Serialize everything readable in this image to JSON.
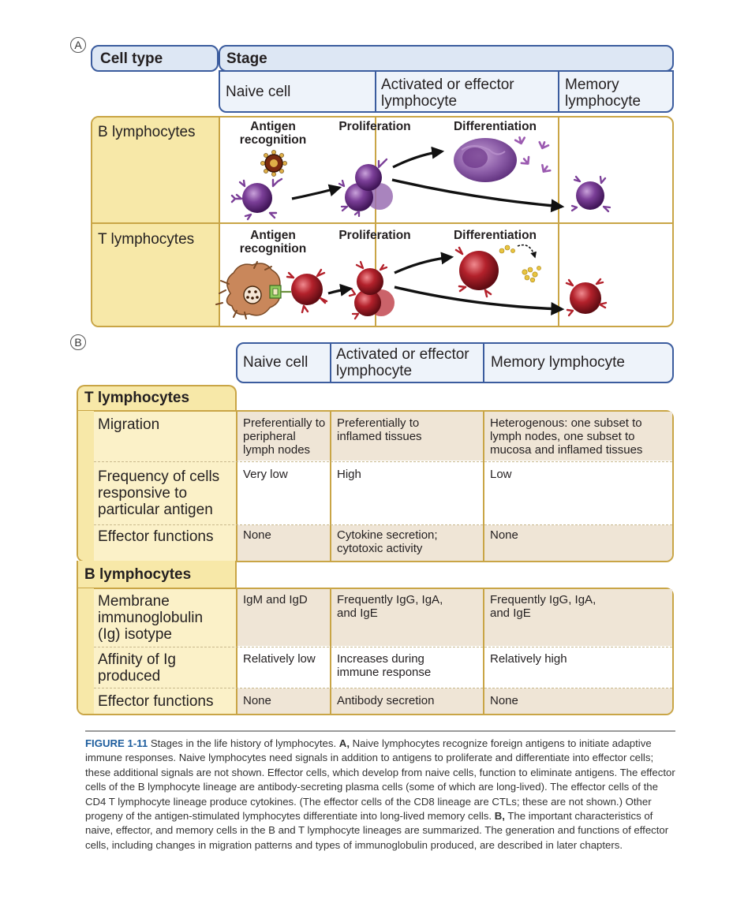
{
  "panel_a": {
    "letter": "A",
    "cell_type_header": "Cell type",
    "stage_header": "Stage",
    "columns": [
      "Naive cell",
      "Activated or effector lymphocyte",
      "Memory lymphocyte"
    ],
    "rows": [
      {
        "label": "B lymphocytes",
        "stages": [
          "Antigen recognition",
          "Proliferation",
          "Differentiation"
        ]
      },
      {
        "label": "T lymphocytes",
        "stages": [
          "Antigen recognition",
          "Proliferation",
          "Differentiation"
        ]
      }
    ],
    "colors": {
      "b_cell": "#7b3f98",
      "t_cell": "#b3212b",
      "apc": "#c9875b",
      "cytokine": "#e8c440",
      "header_fill": "#dde7f4",
      "row_fill": "#f7e8a8"
    }
  },
  "panel_b": {
    "letter": "B",
    "columns": [
      "Naive cell",
      "Activated or effector lymphocyte",
      "Memory lymphocyte"
    ],
    "t_header": "T lymphocytes",
    "t_rows": [
      {
        "label": "Migration",
        "naive": "Preferentially to peripheral lymph nodes",
        "effector": "Preferentially to inflamed tissues",
        "memory": "Heterogenous: one subset to lymph nodes, one subset to mucosa and inflamed tissues"
      },
      {
        "label": "Frequency of cells responsive to particular antigen",
        "naive": "Very low",
        "effector": "High",
        "memory": "Low"
      },
      {
        "label": "Effector functions",
        "naive": "None",
        "effector": "Cytokine secretion; cytotoxic activity",
        "memory": "None"
      }
    ],
    "b_header": "B lymphocytes",
    "b_rows": [
      {
        "label": "Membrane immunoglobulin (Ig) isotype",
        "naive": "IgM and IgD",
        "effector": "Frequently IgG, IgA, and IgE",
        "memory": "Frequently IgG, IgA, and IgE"
      },
      {
        "label": "Affinity of Ig produced",
        "naive": "Relatively low",
        "effector": "Increases during immune response",
        "memory": "Relatively high"
      },
      {
        "label": "Effector functions",
        "naive": "None",
        "effector": "Antibody secretion",
        "memory": "None"
      }
    ]
  },
  "caption": {
    "figure_label": "FIGURE 1-11",
    "lead": "Stages in the life history of lymphocytes.",
    "a_label": "A,",
    "a_text": "Naive lymphocytes recognize foreign antigens to initiate adaptive immune responses. Naive lymphocytes need signals in addition to antigens to proliferate and differentiate into effector cells; these additional signals are not shown. Effector cells, which develop from naive cells, function to eliminate antigens. The effector cells of the B lymphocyte lineage are antibody-secreting plasma cells (some of which are long-lived). The effector cells of the CD4 T lymphocyte lineage produce cytokines. (The effector cells of the CD8 lineage are CTLs; these are not shown.) Other progeny of the antigen-stimulated lymphocytes differentiate into long-lived memory cells.",
    "b_label": "B,",
    "b_text": "The important characteristics of naive, effector, and memory cells in the B and T lymphocyte lineages are summarized. The generation and functions of effector cells, including changes in migration patterns and types of immunoglobulin produced, are described in later chapters."
  }
}
